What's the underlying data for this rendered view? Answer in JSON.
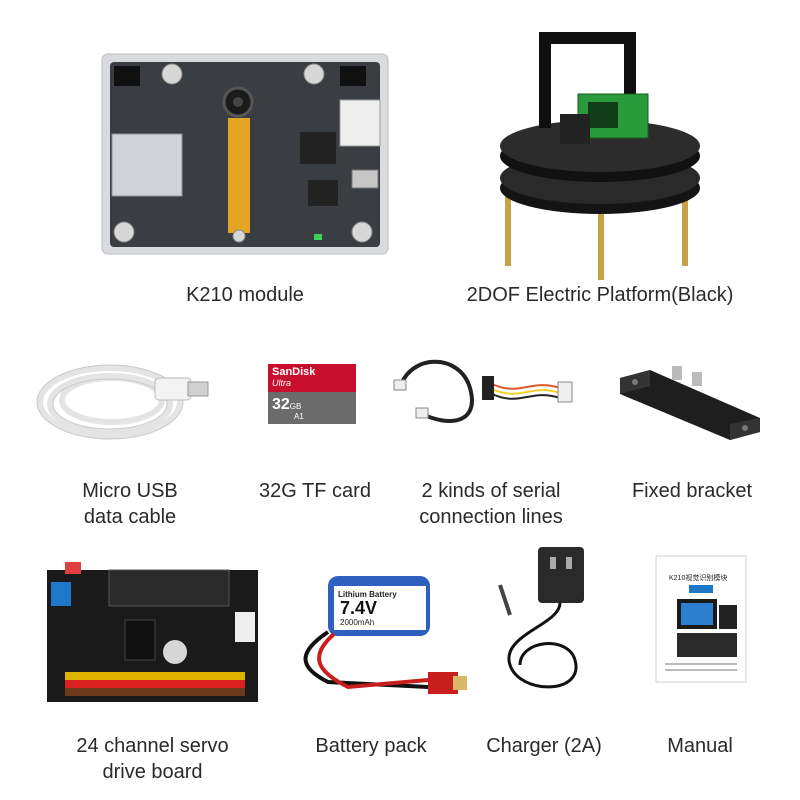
{
  "products": [
    {
      "id": "k210",
      "label": "K210 module"
    },
    {
      "id": "platform",
      "label": "2DOF Electric Platform(Black)"
    },
    {
      "id": "usb",
      "label": "Micro USB\ndata cable"
    },
    {
      "id": "tf",
      "label": "32G TF card"
    },
    {
      "id": "serial",
      "label": "2 kinds of serial\nconnection lines"
    },
    {
      "id": "bracket",
      "label": "Fixed bracket"
    },
    {
      "id": "servo_board",
      "label": "24 channel servo\ndrive board"
    },
    {
      "id": "battery",
      "label": "Battery pack"
    },
    {
      "id": "charger",
      "label": "Charger (2A)"
    },
    {
      "id": "manual",
      "label": "Manual"
    }
  ],
  "tf_card": {
    "brand": "SanDisk",
    "line": "Ultra",
    "capacity": "32",
    "unit": "GB",
    "class_mark": "A1"
  },
  "battery_pack": {
    "title": "Lithium Battery",
    "voltage": "7.4V",
    "capacity": "2000mAh"
  },
  "manual_doc": {
    "title": "K210视觉识别模块"
  },
  "colors": {
    "tf_red": "#c8102e",
    "tf_gray": "#6b6b6b",
    "battery_blue": "#2f5fbf",
    "board_black": "#1a1a1a",
    "bracket_orange": "#e8a23a"
  }
}
